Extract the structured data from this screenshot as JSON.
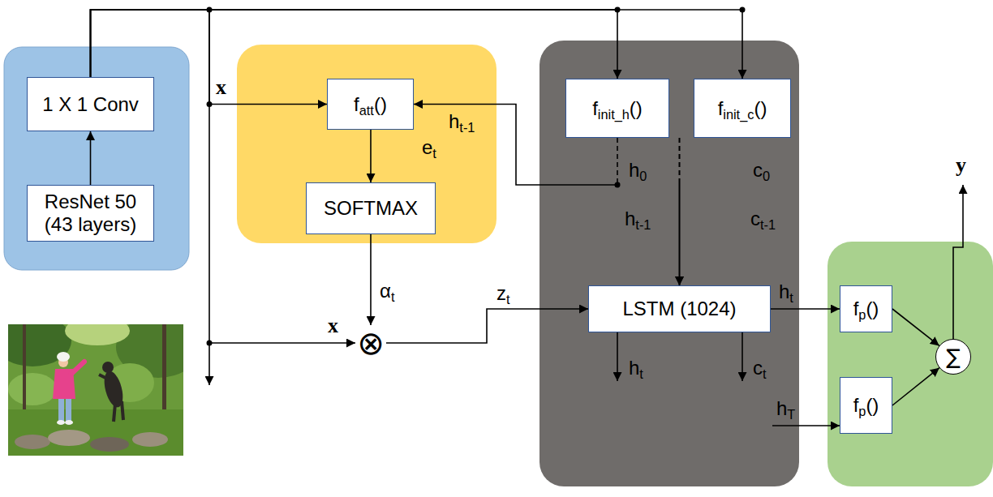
{
  "diagram": {
    "nodes": [
      {
        "text": []
      },
      {
        "text": [
          "1 X 1 Conv"
        ],
        "in": 0
      },
      {
        "text": [
          "ResNet 50 (43 layers)"
        ],
        "in": 0
      },
      {
        "text": []
      },
      {
        "text": [
          "fatt()"
        ],
        "in": 3
      },
      {
        "text": [
          "SOFTMAX"
        ],
        "in": 3
      },
      {
        "text": [
          "⊗"
        ]
      },
      {
        "text": []
      },
      {
        "text": [
          "finit_h()"
        ],
        "in": 7
      },
      {
        "text": [
          "finit_c()"
        ],
        "in": 7
      },
      {
        "text": [
          "LSTM (1024)"
        ],
        "in": 7
      },
      {
        "text": []
      },
      {
        "text": [
          "fp()"
        ],
        "in": 11
      },
      {
        "text": [
          "fp()"
        ],
        "in": 11
      },
      {
        "text": [
          "∑"
        ],
        "in": 11
      }
    ],
    "edges": [
      {
        "from": 2,
        "to": 1,
        "arrow": "to"
      },
      {
        "from": 1,
        "to": 4,
        "arrow": "to",
        "label": "x"
      },
      {
        "from": 1,
        "to": 6,
        "arrow": "to",
        "label": "x"
      },
      {
        "from": 1,
        "to": 8,
        "arrow": "to"
      },
      {
        "from": 1,
        "to": 9,
        "arrow": "to"
      },
      {
        "from": 4,
        "to": 5,
        "arrow": "to",
        "label": "et"
      },
      {
        "from": 5,
        "to": 6,
        "arrow": "to",
        "label": "αt"
      },
      {
        "from": 6,
        "to": 10,
        "arrow": "to",
        "label": "zt"
      },
      {
        "from": 8,
        "to": 10,
        "arrow": "to"
      },
      {
        "from": 8,
        "to": 4,
        "arrow": "to",
        "label": "ht-1"
      },
      {
        "from": 9,
        "to": 10,
        "arrow": "to"
      },
      {
        "from": 10,
        "to": 12,
        "arrow": "to",
        "label": "ht"
      },
      {
        "from": 12,
        "to": 14,
        "arrow": "to"
      },
      {
        "from": 13,
        "to": 14,
        "arrow": "to"
      }
    ],
    "labels": [
      "h0",
      "ht-1",
      "c0",
      "ct-1",
      "ht",
      "ct",
      "hT",
      "y"
    ]
  }
}
